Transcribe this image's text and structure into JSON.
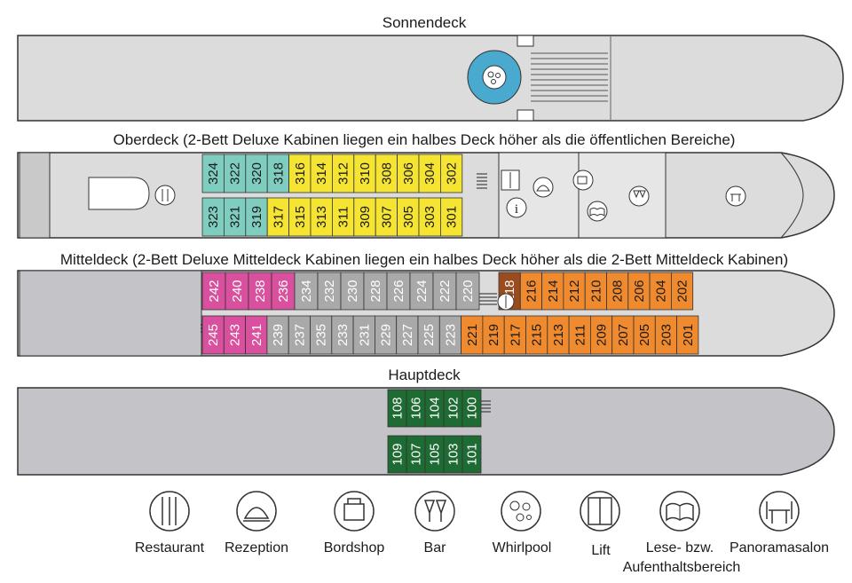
{
  "decks": [
    {
      "key": "sonnendeck",
      "title": "Sonnendeck"
    },
    {
      "key": "oberdeck",
      "title": "Oberdeck (2-Bett Deluxe Kabinen liegen ein halbes Deck höher als die öffentlichen Bereiche)"
    },
    {
      "key": "mitteldeck",
      "title": "Mitteldeck (2-Bett Deluxe Mitteldeck Kabinen liegen ein halbes Deck höher als die 2-Bett Mitteldeck Kabinen)"
    },
    {
      "key": "hauptdeck",
      "title": "Hauptdeck"
    }
  ],
  "colors": {
    "hull": "#dcdcdc",
    "hull_dark": "#b9b9bd",
    "outline": "#333333",
    "teal": "#7fcdbf",
    "yellow": "#f5e432",
    "pink": "#d9509e",
    "gray": "#a9a9a9",
    "orange": "#ef8a2e",
    "brown": "#9a4c1f",
    "green": "#1e6b33",
    "pool": "#4aa9cf"
  },
  "cabins": {
    "oberdeck_top": {
      "numbers": [
        "324",
        "322",
        "320",
        "318",
        "316",
        "314",
        "312",
        "310",
        "308",
        "306",
        "304",
        "302"
      ],
      "colors": [
        "teal",
        "teal",
        "teal",
        "teal",
        "yellow",
        "yellow",
        "yellow",
        "yellow",
        "yellow",
        "yellow",
        "yellow",
        "yellow"
      ]
    },
    "oberdeck_bottom": {
      "numbers": [
        "323",
        "321",
        "319",
        "317",
        "315",
        "313",
        "311",
        "309",
        "307",
        "305",
        "303",
        "301"
      ],
      "colors": [
        "teal",
        "teal",
        "teal",
        "yellow",
        "yellow",
        "yellow",
        "yellow",
        "yellow",
        "yellow",
        "yellow",
        "yellow",
        "yellow"
      ]
    },
    "mitteldeck_top_left": {
      "numbers": [
        "242",
        "240",
        "238",
        "236",
        "234",
        "232",
        "230",
        "228",
        "226",
        "224",
        "222",
        "220"
      ],
      "colors": [
        "pink",
        "pink",
        "pink",
        "pink",
        "gray",
        "gray",
        "gray",
        "gray",
        "gray",
        "gray",
        "gray",
        "gray"
      ]
    },
    "mitteldeck_top_right": {
      "numbers": [
        "218",
        "216",
        "214",
        "212",
        "210",
        "208",
        "206",
        "204",
        "202"
      ],
      "colors": [
        "brown",
        "orange",
        "orange",
        "orange",
        "orange",
        "orange",
        "orange",
        "orange",
        "orange"
      ]
    },
    "mitteldeck_bottom": {
      "numbers": [
        "245",
        "243",
        "241",
        "239",
        "237",
        "235",
        "233",
        "231",
        "229",
        "227",
        "225",
        "223",
        "221",
        "219",
        "217",
        "215",
        "213",
        "211",
        "209",
        "207",
        "205",
        "203",
        "201"
      ],
      "colors": [
        "pink",
        "pink",
        "pink",
        "gray",
        "gray",
        "gray",
        "gray",
        "gray",
        "gray",
        "gray",
        "gray",
        "gray",
        "orange",
        "orange",
        "orange",
        "orange",
        "orange",
        "orange",
        "orange",
        "orange",
        "orange",
        "orange",
        "orange"
      ]
    },
    "hauptdeck_top": {
      "numbers": [
        "108",
        "106",
        "104",
        "102",
        "100"
      ],
      "colors": [
        "green",
        "green",
        "green",
        "green",
        "green"
      ]
    },
    "hauptdeck_bottom": {
      "numbers": [
        "109",
        "107",
        "105",
        "103",
        "101"
      ],
      "colors": [
        "green",
        "green",
        "green",
        "green",
        "green"
      ]
    }
  },
  "legend": [
    {
      "icon": "restaurant-icon",
      "label": "Restaurant"
    },
    {
      "icon": "reception-icon",
      "label": "Rezeption"
    },
    {
      "icon": "shop-icon",
      "label": "Bordshop"
    },
    {
      "icon": "bar-icon",
      "label": "Bar"
    },
    {
      "icon": "whirlpool-icon",
      "label": "Whirlpool"
    },
    {
      "icon": "lift-icon",
      "label": "Lift"
    },
    {
      "icon": "reading-icon",
      "label": "Lese- bzw.",
      "label2": "Aufenthaltsbereich"
    },
    {
      "icon": "panorama-icon",
      "label": "Panoramasalon"
    }
  ]
}
